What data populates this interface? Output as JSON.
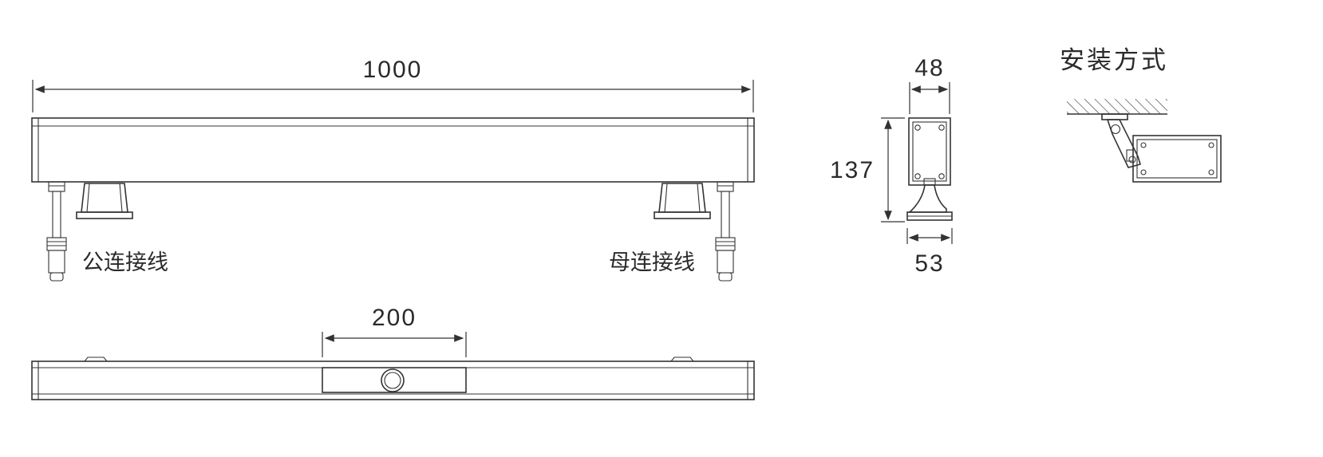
{
  "drawing": {
    "installation_title": "安装方式",
    "front_view": {
      "length_dim": "1000",
      "male_connector_label": "公连接线",
      "female_connector_label": "母连接线"
    },
    "side_view": {
      "width_dim": "48",
      "height_dim": "137",
      "base_dim": "53"
    },
    "bottom_view": {
      "mount_spacing_dim": "200"
    }
  }
}
